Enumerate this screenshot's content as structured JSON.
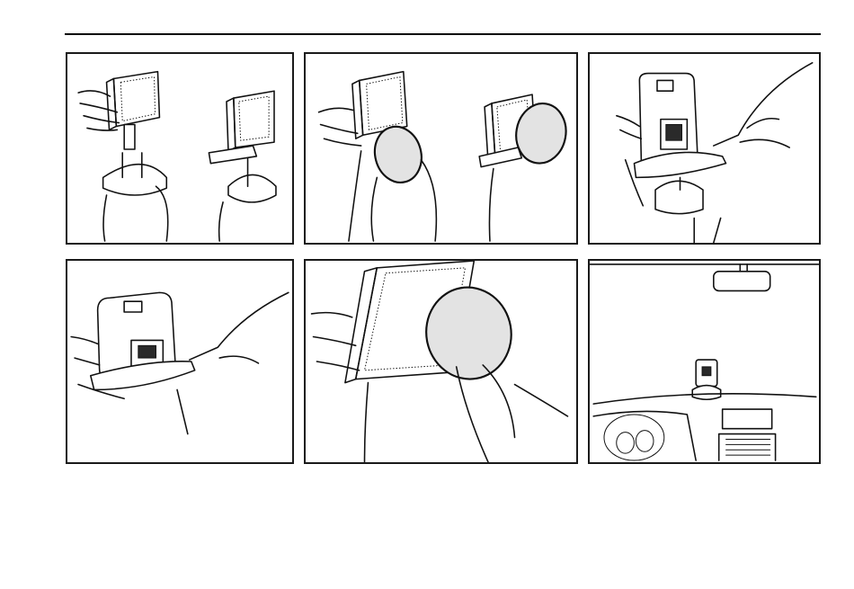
{
  "document": {
    "colors": {
      "line": "#111111",
      "pad_fill": "#e3e3e3",
      "background": "#ffffff"
    },
    "figures": [
      {
        "id": "p1",
        "icon": "holder-on-suction-base-illustration"
      },
      {
        "id": "p2",
        "icon": "attach-suction-disc-illustration"
      },
      {
        "id": "p3",
        "icon": "lock-lever-illustration"
      },
      {
        "id": "p4",
        "icon": "release-lever-illustration"
      },
      {
        "id": "p5",
        "icon": "press-suction-pad-illustration"
      },
      {
        "id": "p6",
        "icon": "windscreen-mount-in-car-illustration"
      }
    ]
  }
}
